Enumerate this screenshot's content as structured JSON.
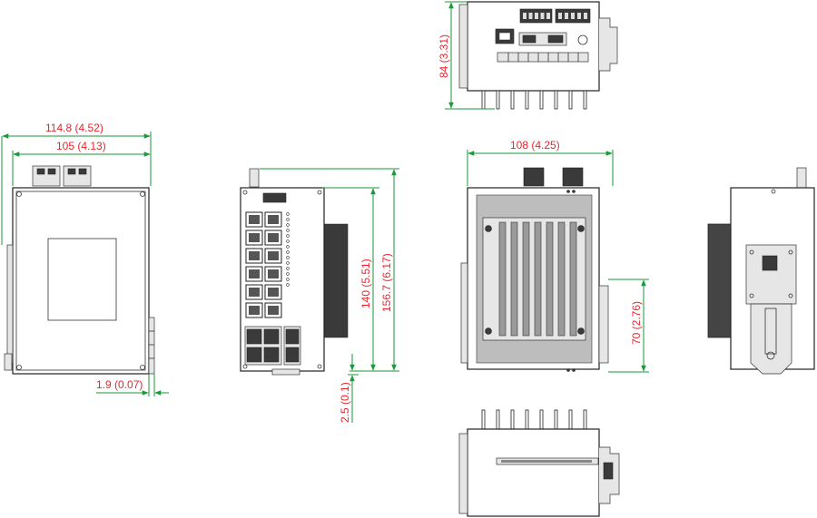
{
  "dimensions": {
    "front_total_width": "114.8 (4.52)",
    "front_body_width": "105 (4.13)",
    "front_rail_offset": "1.9 (0.07)",
    "side_height_body": "140 (5.51)",
    "side_height_total": "156.7 (6.17)",
    "side_bottom_offset": "2.5 (0.1)",
    "top_depth": "84 (3.31)",
    "rear_width": "108 (4.25)",
    "rear_rail_height": "70 (2.76)"
  },
  "colors": {
    "dimension_text": "#e8262d",
    "dimension_line": "#1a9a3a",
    "outline": "#222222"
  }
}
